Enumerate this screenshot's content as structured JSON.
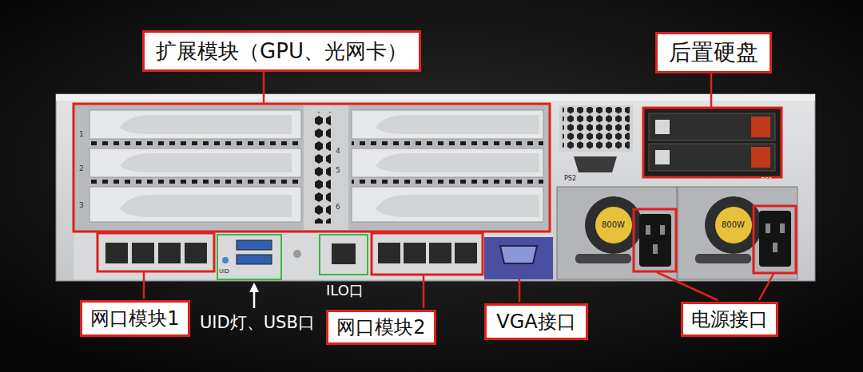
{
  "diagram": {
    "nodes": [
      {
        "text": [
          "扩展模块（GPU、光网卡）"
        ]
      },
      {
        "text": [
          "后置硬盘"
        ]
      },
      {
        "text": [
          "网口模块1"
        ]
      },
      {
        "text": [
          "网口模块2"
        ]
      },
      {
        "text": [
          "VGA接口"
        ]
      },
      {
        "text": [
          "电源接口"
        ]
      }
    ],
    "labels": [
      "UID灯、USB口",
      "ILO口",
      "1",
      "2",
      "3",
      "4",
      "5",
      "6",
      "PS2",
      "PS1",
      "800W",
      "800W",
      "UID"
    ]
  }
}
